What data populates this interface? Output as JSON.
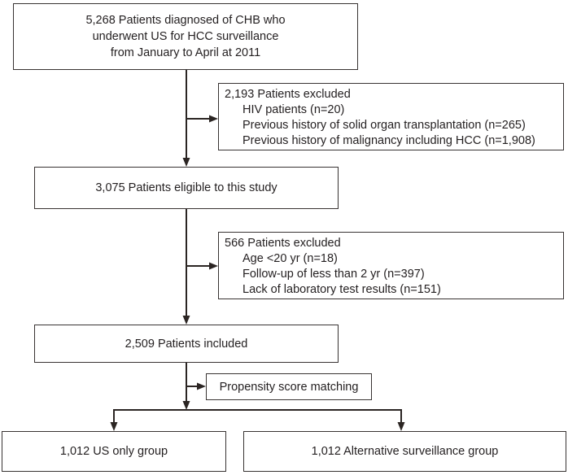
{
  "figure": {
    "kind": "patient-flow-diagram",
    "background_color": "#ffffff",
    "line_color": "#2b2523",
    "border_color": "#383332",
    "text_color": "#231f20"
  },
  "boxes": {
    "top": {
      "lines": [
        "5,268 Patients diagnosed of CHB who",
        "underwent US for HCC surveillance",
        "from January to April at 2011"
      ]
    },
    "excluded1": {
      "title": "2,193 Patients excluded",
      "items": [
        "HIV patients (n=20)",
        "Previous history of solid organ transplantation (n=265)",
        "Previous history of malignancy including HCC (n=1,908)"
      ]
    },
    "eligible": {
      "label": "3,075 Patients eligible to this study"
    },
    "excluded2": {
      "title": "566 Patients excluded",
      "items": [
        "Age <20 yr (n=18)",
        "Follow-up of less than 2 yr (n=397)",
        "Lack of laboratory test results (n=151)"
      ]
    },
    "included": {
      "label": "2,509 Patients included"
    },
    "matching": {
      "label": "Propensity score matching"
    },
    "group_us": {
      "label": "1,012 US only group"
    },
    "group_alt": {
      "label": "1,012 Alternative surveillance group"
    }
  }
}
